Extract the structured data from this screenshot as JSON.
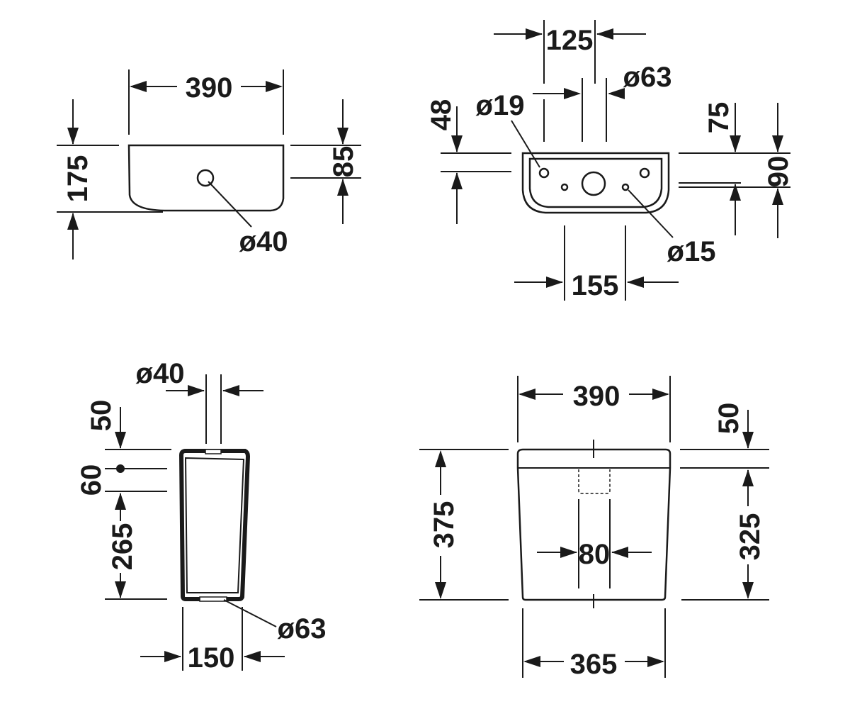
{
  "views": {
    "top": {
      "width": "390",
      "height": "175",
      "outlet_offset": "85",
      "outlet_diameter": "ø40"
    },
    "underside": {
      "spacing_top": "125",
      "large_hole": "ø63",
      "fixing_hole": "ø19",
      "small_hole": "ø15",
      "offset_left": "48",
      "offset_right": "75",
      "depth": "90",
      "spacing_bottom": "155"
    },
    "side": {
      "inlet_diameter": "ø40",
      "top_offset": "50",
      "inlet_height": "60",
      "body_height": "265",
      "outlet_diameter": "ø63",
      "depth": "150"
    },
    "front": {
      "top_width": "390",
      "top_offset": "50",
      "total_height": "375",
      "body_height": "325",
      "button_width": "80",
      "bottom_width": "365"
    }
  }
}
